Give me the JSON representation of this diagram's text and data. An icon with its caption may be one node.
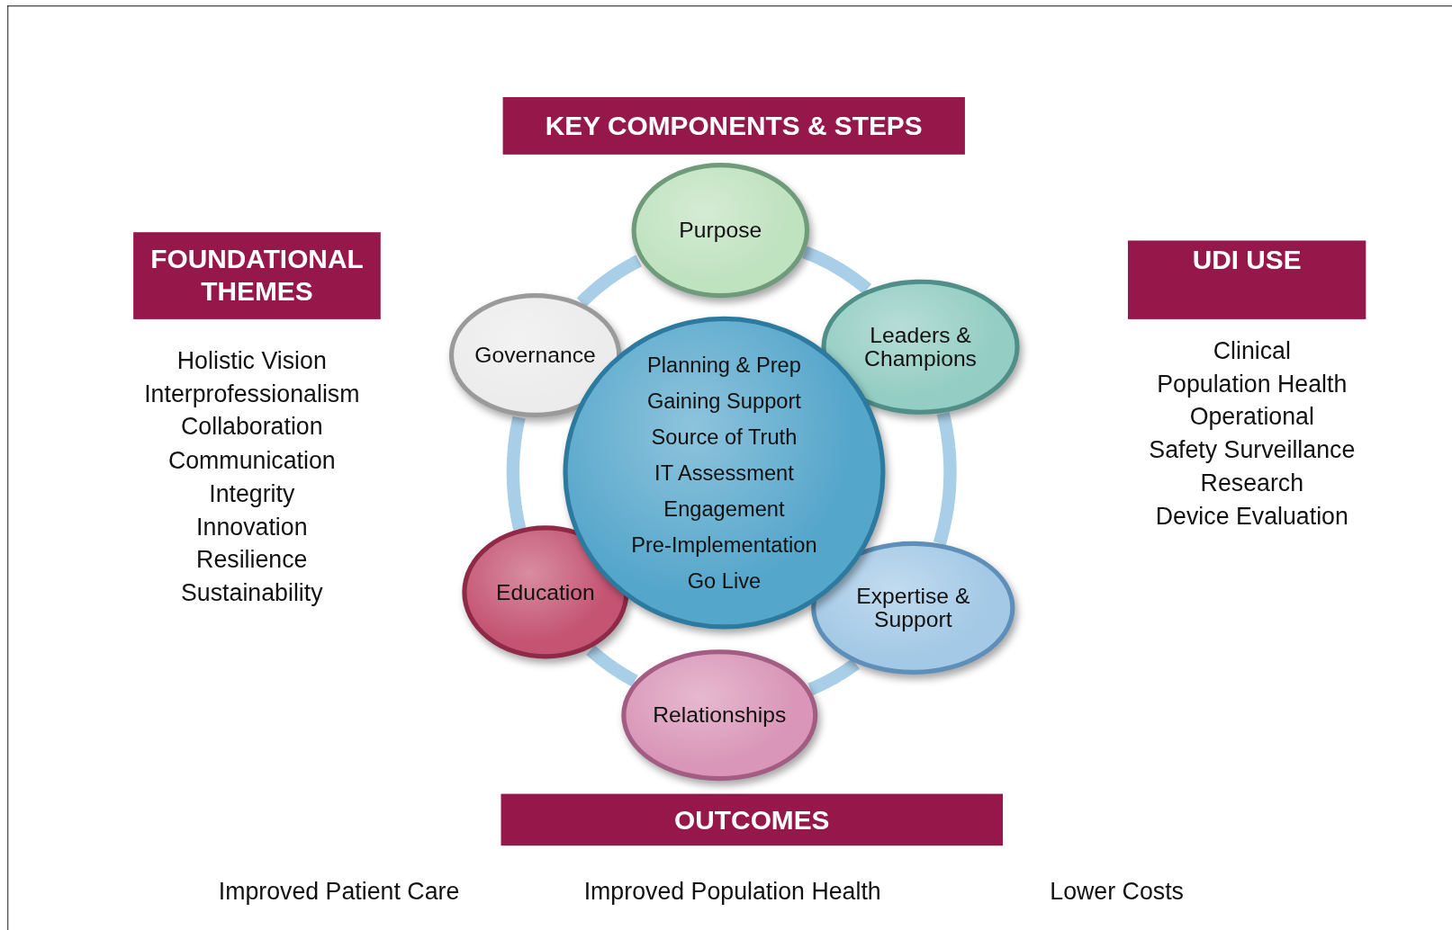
{
  "diagram": {
    "nodes": [
      {
        "text": [
          "KEY COMPONENTS & STEPS"
        ]
      },
      {
        "text": [
          "Purpose"
        ]
      },
      {
        "text": [
          "Leaders & Champions"
        ]
      },
      {
        "text": [
          "Expertise & Support"
        ]
      },
      {
        "text": [
          "Relationships"
        ]
      },
      {
        "text": [
          "Education"
        ]
      },
      {
        "text": [
          "Governance"
        ]
      },
      {
        "text": [
          "Planning & Prep",
          "Gaining Support",
          "Source of Truth",
          "IT Assessment",
          "Engagement",
          "Pre-Implementation",
          "Go Live"
        ]
      },
      {
        "text": [
          "FOUNDATIONAL THEMES"
        ]
      },
      {
        "text": [
          "UDI USE"
        ]
      },
      {
        "text": [
          "OUTCOMES"
        ]
      }
    ],
    "edges": [
      {
        "from": 1,
        "to": 2,
        "arrow": "none"
      },
      {
        "from": 2,
        "to": 3,
        "arrow": "none"
      },
      {
        "from": 3,
        "to": 4,
        "arrow": "none"
      },
      {
        "from": 4,
        "to": 5,
        "arrow": "none"
      },
      {
        "from": 5,
        "to": 6,
        "arrow": "none"
      },
      {
        "from": 6,
        "to": 1,
        "arrow": "none"
      }
    ],
    "labels": [
      "Holistic Vision",
      "Interprofessionalism",
      "Collaboration",
      "Communication",
      "Integrity",
      "Innovation",
      "Resilience",
      "Sustainability",
      "Clinical",
      "Population Health",
      "Operational",
      "Safety Surveillance",
      "Research",
      "Device Evaluation",
      "Improved Patient Care",
      "Improved Population Health",
      "Lower Costs"
    ]
  }
}
